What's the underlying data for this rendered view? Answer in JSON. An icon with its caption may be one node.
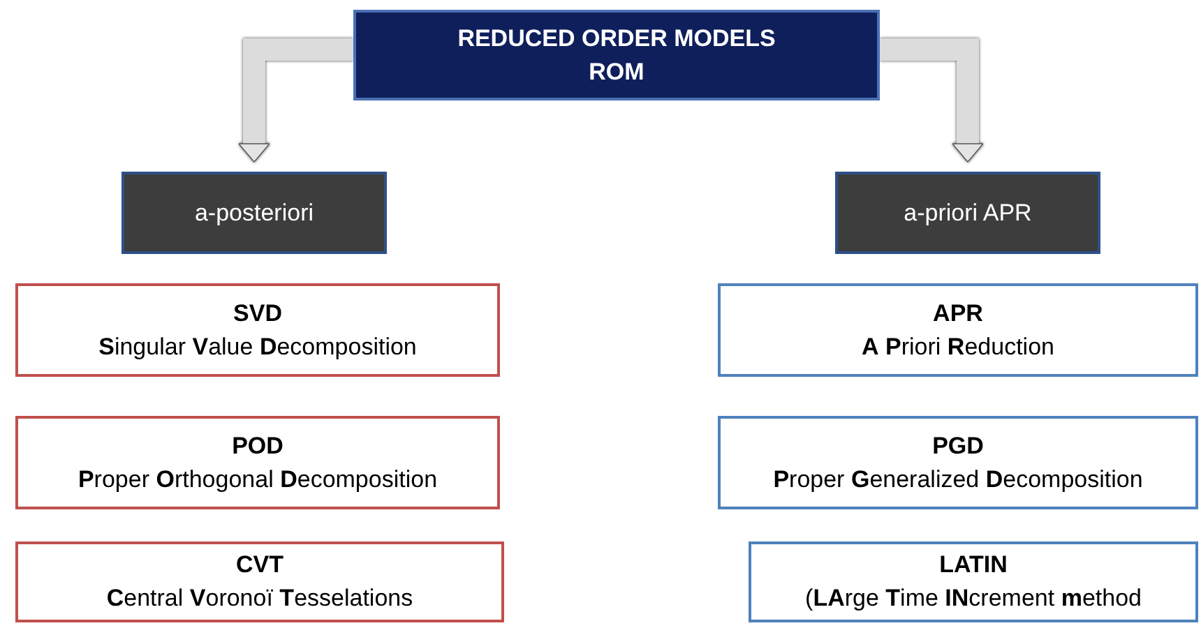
{
  "diagram": {
    "nodes": [
      {
        "text": [
          "REDUCED ORDER MODELS ROM"
        ]
      },
      {
        "text": [
          "a-posteriori"
        ]
      },
      {
        "text": [
          "a-priori APR"
        ]
      },
      {
        "text": [
          "SVD",
          "**S**ingular **V**alue **D**ecomposition"
        ]
      },
      {
        "text": [
          "POD",
          "**P**roper **O**rthogonal **D**ecomposition"
        ]
      },
      {
        "text": [
          "CVT",
          "**C**entral **V**oronoï **T**esselations"
        ]
      },
      {
        "text": [
          "APR",
          "**A** **P**riori **R**eduction"
        ]
      },
      {
        "text": [
          "PGD",
          "**P**roper **G**eneralized **D**ecomposition"
        ]
      },
      {
        "text": [
          "LATIN",
          "(**LA**rge **T**ime **IN**crement **m**ethod"
        ]
      }
    ],
    "edges": [
      {
        "from": 0,
        "to": 1,
        "arrow": "to"
      },
      {
        "from": 0,
        "to": 2,
        "arrow": "to"
      }
    ]
  }
}
